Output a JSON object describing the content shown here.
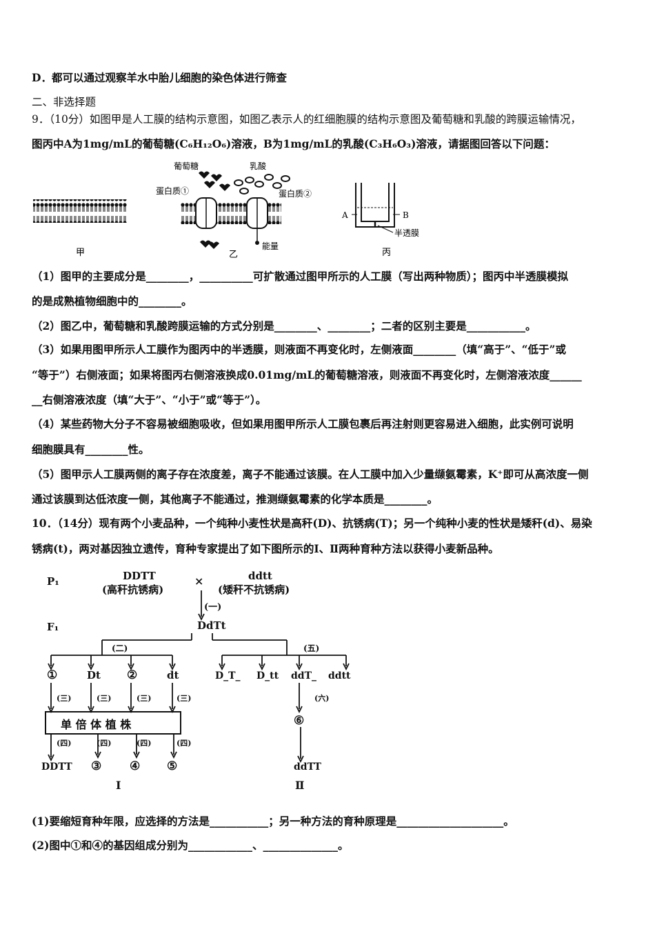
{
  "lines": [
    "D．都可以通过观察羊水中胎儿细胞的染色体进行筛查",
    "二、非选择题",
    "9．（10分）如图甲是人工膜的结构示意图，如图乙表示人的红细胞膜的结构示意图及葡萄糖和乳酸的跨膜运输情况，",
    "图丙中A为1mg/mL的葡萄糖(C₆H₁₂O₆)溶液，B为1mg/mL的乳酸(C₃H₆O₃)溶液，请据图回答以下问题：",
    "（1）图甲的主要成分是________，__________可扩散通过图甲所示的人工膜（写出两种物质）；图丙中半透膜模拟",
    "的是成熟植物细胞中的________。",
    "（2）图乙中，葡萄糖和乳酸跨膜运输的方式分别是________、________；二者的区别主要是___________。",
    "（3）如果用图甲所示人工膜作为图丙中的半透膜，则液面不再变化时，左侧液面________（填“高于”、“低于”或",
    "“等于”）右侧液面；如果将图丙右侧溶液换成0.01mg/mL的葡萄糖溶液，则液面不再变化时，左侧溶液浓度______",
    "__右侧溶液浓度（填“大于”、“小于”或“等于”）。",
    "（4）某些药物大分子不容易被细胞吸收，但如果用图甲所示人工膜包裹后再注射则更容易进入细胞，此实例可说明",
    "细胞膜具有________性。",
    "（5）图甲示人工膜两侧的离子存在浓度差，离子不能通过该膜。在人工膜中加入少量缬氨霉素，K⁺即可从高浓度一侧",
    "通过该膜到达低浓度一侧，其他离子不能通过，推测缬氨霉素的化学本质是________。",
    "10．（14分）现有两个小麦品种，一个纯种小麦性状是高秆(D)、抗锈病(T)；另一个纯种小麦的性状是矮秆(d)、易染",
    "锈病(t)，两对基因独立遗传，育种专家提出了如下图所示的Ⅰ、Ⅱ两种育种方法以获得小麦新品种。",
    "(1)要缩短育种年限，应选择的方法是___________；另一种方法的育种原理是____________________。",
    "(2)图中①和④的基因组成分别为____________、______________。"
  ],
  "fig1": {
    "jia": "甲",
    "yi": "乙",
    "bing": "丙",
    "glucose": "葡萄糖",
    "lactic": "乳酸",
    "protein1": "蛋白质①",
    "protein2": "蛋白质②",
    "energy": "能量",
    "A": "A",
    "B": "B",
    "membrane": "半透膜"
  },
  "fig2": {
    "P": "P₁",
    "parent1": "DDTT",
    "parent1_desc": "(高秆抗锈病)",
    "cross": "×",
    "parent2": "ddtt",
    "parent2_desc": "(矮秆不抗锈病)",
    "step1": "(一)",
    "F": "F₁",
    "f1": "DdTt",
    "step2": "(二)",
    "step5": "(五)",
    "g1": "①",
    "g2": "Dt",
    "g3": "②",
    "g4": "dt",
    "r1": "D_T_",
    "r2": "D_tt",
    "r3": "ddT_",
    "r4": "ddtt",
    "step3": "(三)",
    "haploid": "单 倍 体 植 株",
    "step4": "(四)",
    "o1": "DDTT",
    "o2": "③",
    "o3": "④",
    "o4": "⑤",
    "step6": "(六)",
    "six": "⑥",
    "final": "ddTT",
    "m1": "Ⅰ",
    "m2": "Ⅱ"
  }
}
